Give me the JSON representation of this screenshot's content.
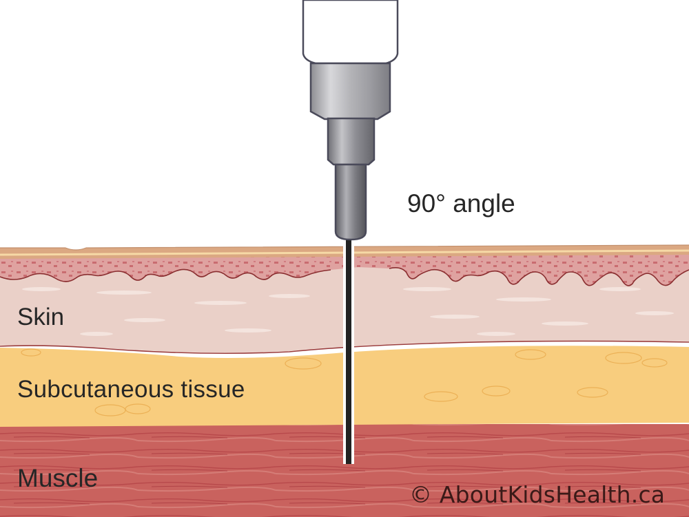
{
  "diagram": {
    "subject": "Intramuscular injection at a 90 degree angle",
    "labels": {
      "angle": "90° angle",
      "skin": "Skin",
      "subcutaneous": "Subcutaneous tissue",
      "muscle": "Muscle"
    },
    "credit": "© AboutKidsHealth.ca",
    "layers": [
      {
        "name": "Skin",
        "color": "#ead0c8",
        "epidermis_color": "#d99a92"
      },
      {
        "name": "Subcutaneous tissue",
        "color": "#f8cd7e"
      },
      {
        "name": "Muscle",
        "color": "#c9625e"
      }
    ],
    "colors": {
      "outline": "#4a4a5a",
      "needle": "#222222",
      "syringe_metal": "#a8a8ac",
      "text": "#262626"
    }
  }
}
